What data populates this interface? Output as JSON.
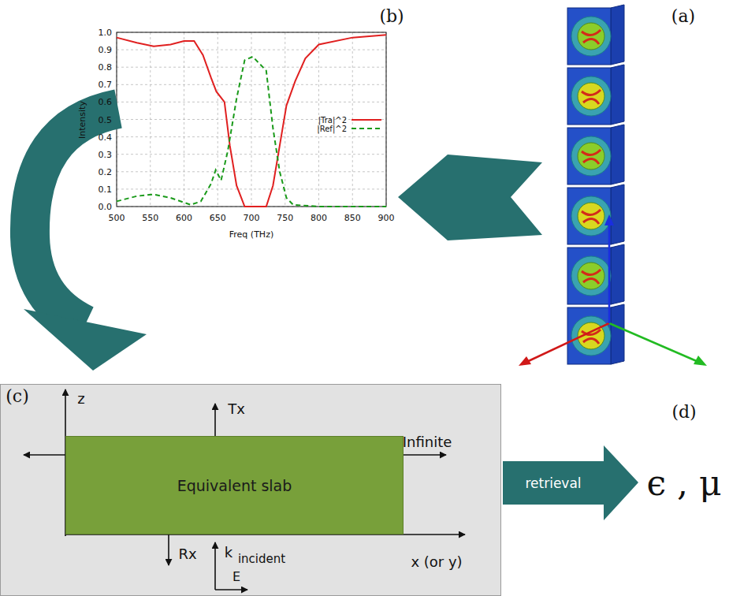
{
  "diagram": {
    "nodes": [
      {
        "text": [
          "Equivalent slab"
        ]
      },
      {
        "text": [
          "retrieval"
        ]
      }
    ],
    "labels": [
      "(b)",
      "(a)",
      "1.0",
      "0.9",
      "0.8",
      "0.7",
      "0.6",
      "0.5",
      "0.4",
      "0.3",
      "0.2",
      "0.1",
      "0.0",
      "500",
      "550",
      "600",
      "650",
      "700",
      "750",
      "800",
      "850",
      "900",
      "Freq (THz)",
      "Intensity",
      "(c)",
      "z",
      "Tx",
      "Infinite",
      "Rx",
      "k",
      "incident",
      "x (or y)",
      "E",
      "(d)",
      "ϵ , μ"
    ],
    "legend": [
      {
        "text": "|Tra|^2"
      },
      {
        "text": "|Ref|^2"
      }
    ]
  }
}
